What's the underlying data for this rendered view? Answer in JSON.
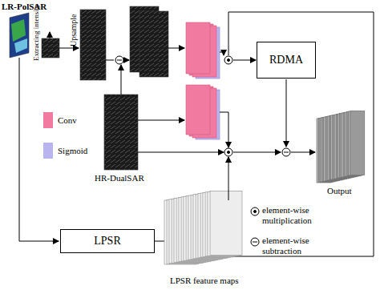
{
  "diagram": {
    "nodes": [
      {
        "text": [
          "RDMA"
        ]
      },
      {
        "text": [
          "LPSR"
        ]
      }
    ],
    "edges": [
      {
        "from": 1,
        "to": 0,
        "arrow": "to"
      }
    ],
    "labels": [
      "LR-PolSAR",
      "Extracting intensity",
      "Upsample",
      "HR-DualSAR",
      "Output",
      "LPSR feature maps"
    ],
    "legend": [
      {
        "text": "Conv",
        "color": "#f07aa0"
      },
      {
        "text": "Sigmoid",
        "color": "#b9b4ee"
      },
      {
        "text": "element-wise multiplication"
      },
      {
        "text": "element-wise subtraction"
      }
    ]
  }
}
